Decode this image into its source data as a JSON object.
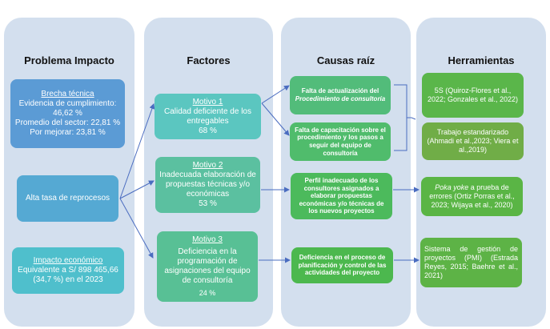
{
  "columns": [
    {
      "title": "Problema Impacto"
    },
    {
      "title": "Factores"
    },
    {
      "title": "Causas raíz"
    },
    {
      "title": "Herramientas"
    }
  ],
  "problema": {
    "brecha": {
      "heading": "Brecha técnica",
      "lines": [
        "Evidencia de cumplimiento:",
        "46,62 %",
        "Promedio del sector: 22,81 %",
        "Por mejorar: 23,81 %"
      ]
    },
    "central": {
      "label": "Alta tasa de reprocesos"
    },
    "impacto": {
      "heading": "Impacto económico",
      "lines": [
        "Equivalente a S/ 898 465,66",
        "(34,7 %) en el 2023"
      ]
    }
  },
  "factores": [
    {
      "heading": "Motivo 1",
      "text": "Calidad deficiente de los entregables",
      "percent": "68 %"
    },
    {
      "heading": "Motivo 2",
      "text": "Inadecuada elaboración de propuestas técnicas y/o económicas",
      "percent": "53 %"
    },
    {
      "heading": "Motivo 3",
      "text": "Deficiencia en la programación de asignaciones del equipo de consultoría",
      "percent": "24 %"
    }
  ],
  "causas": [
    {
      "text_before": "Falta de actualización del",
      "text_italic": "Procedimiento de consultoría"
    },
    {
      "text": "Falta de capacitación sobre el procedimiento y los pasos a seguir del equipo de consultoría"
    },
    {
      "text": "Perfil inadecuado de los consultores asignados a elaborar propuestas económicas y/o técnicas de los nuevos proyectos"
    },
    {
      "text": "Deficiencia en el proceso de planificación y control de las actividades del proyecto"
    }
  ],
  "herramientas": [
    {
      "text": "5S (Quiroz-Flores et al., 2022; Gonzales et al., 2022)"
    },
    {
      "text": "Trabajo estandarizado (Ahmadi et al.,2023; Viera et al.,2019)"
    },
    {
      "text_italic": "Poka yoke",
      "text_after": " a prueba de errores (Ortiz Porras et al., 2023; Wijaya et al., 2020)"
    },
    {
      "text": "Sistema de gestión de proyectos (PMI) (Estrada Reyes, 2015; Baehre et al., 2021)"
    }
  ],
  "colors": {
    "column_bg": "#d3dfee",
    "brecha": "#5b9bd5",
    "central": "#55a9d3",
    "impacto": "#4fbfcc",
    "motivo1": "#5bc6c0",
    "motivo2": "#5bc0a0",
    "motivo3": "#58c095",
    "causa1": "#52bc7a",
    "causa2": "#50bc6c",
    "causa3": "#4cba5c",
    "causa4": "#4cb84e",
    "herr1": "#5ab64a",
    "herr2": "#70ad47",
    "herr3": "#5ab545",
    "herr4": "#5db346",
    "connector": "#4a6cc0"
  }
}
